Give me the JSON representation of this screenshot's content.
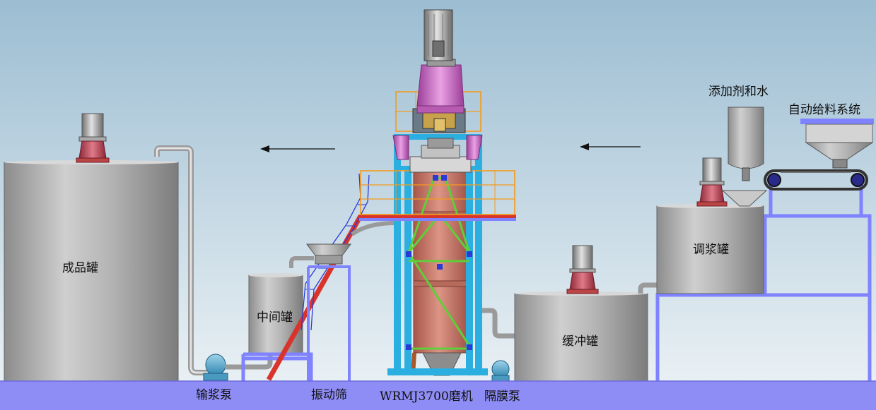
{
  "labels": {
    "product_tank": "成品罐",
    "intermediate_tank": "中间罐",
    "buffer_tank": "缓冲罐",
    "slurry_tank": "调浆罐",
    "additive_water": "添加剂和水",
    "auto_feed": "自动给料系统",
    "slurry_pump": "输浆泵",
    "vibrating_screen": "振动筛",
    "mill": "WRMJ3700磨机",
    "diaphragm_pump": "隔膜泵"
  },
  "colors": {
    "sky_top": "#9fbfd3",
    "sky_bottom": "#e6eef3",
    "ground": "#8e8cf5",
    "frame_cyan": "#2ab0e0",
    "platform_orange": "#f59a1c",
    "mill_red": "#c9786a",
    "magenta": "#d56fcf",
    "brace_green": "#5fcf3a",
    "stair_red": "#d8342c",
    "stair_blue": "#2a3ad8",
    "support_blue": "#8a8cff",
    "tank_grey": "#aaaaaa",
    "pipe_grey": "#b9b9b9",
    "motor_red": "#c24c5d"
  },
  "icons": [
    "motor-icon",
    "pump-icon",
    "flow-arrow-icon",
    "conveyor-icon",
    "hopper-icon"
  ]
}
